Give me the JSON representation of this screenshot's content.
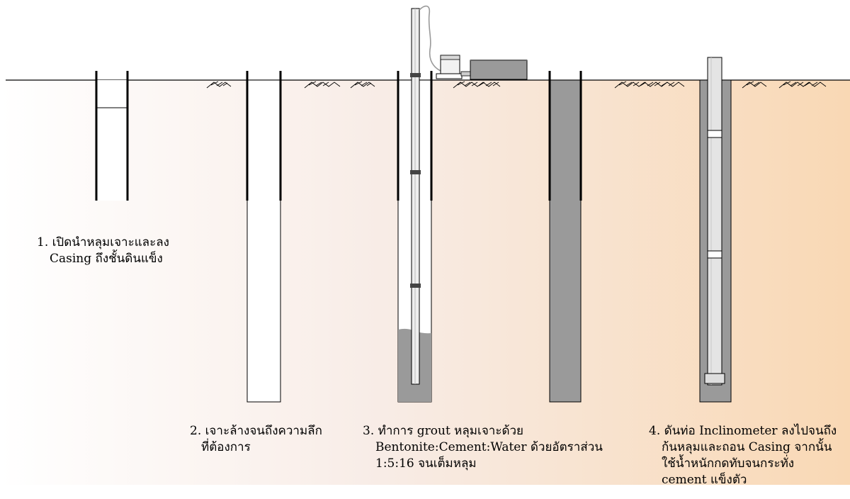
{
  "steps": [
    {
      "lines": [
        "1. เปิดนำหลุมเจาะและลง",
        "Casing ถึงชั้นดินแข็ง"
      ]
    },
    {
      "lines": [
        "2. เจาะล้างจนถึงความลึก",
        "ที่ต้องการ"
      ]
    },
    {
      "lines": [
        "3. ทำการ grout หลุมเจาะด้วย",
        "Bentonite:Cement:Water  ด้วยอัตราส่วน",
        "1:5:16 จนเต็มหลุม"
      ]
    },
    {
      "lines": [
        "4. ดันท่อ Inclinometer ลงไปจนถึง",
        "ก้นหลุมและถอน Casing จากนั้น",
        "ใช้น้ำหนักกดทับจนกระทั่ง",
        "cement แข็งตัว"
      ]
    }
  ],
  "colors": {
    "background_left": "#ffffff",
    "background_right": "#f8d9b6",
    "grout": "#9a9a9a",
    "casing": "#000000",
    "inclinometer_pipe": "#e2e2e2",
    "tremie_pipe": "#e8e8e8"
  }
}
